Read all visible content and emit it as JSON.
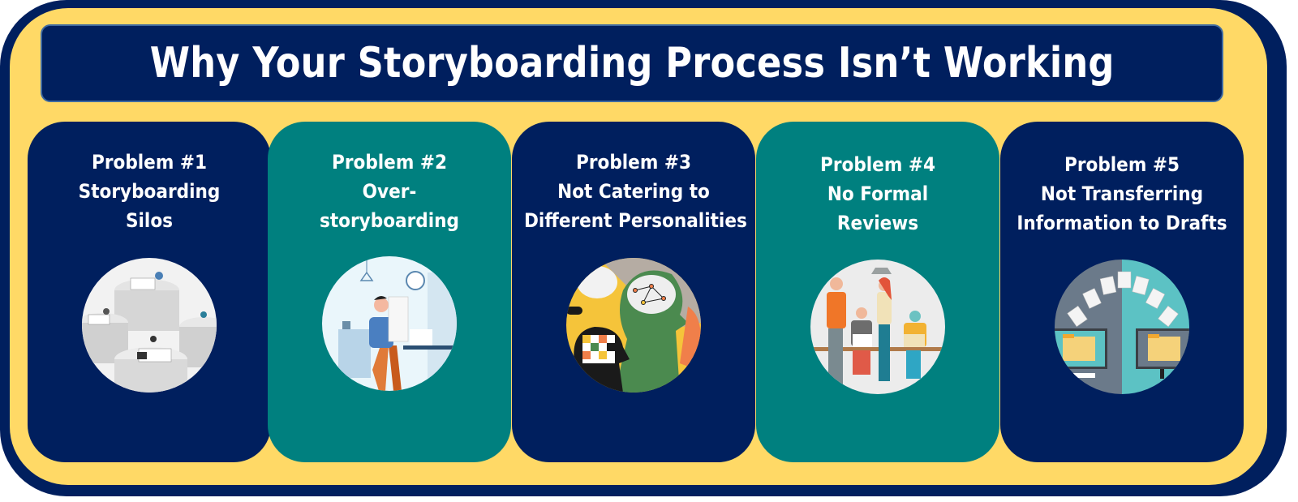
{
  "title": "Why Your Storyboarding Process Isn’t Working",
  "colors": {
    "navy": "#001F5E",
    "teal": "#00807F",
    "yellow": "#FFD966",
    "text": "#FFFFFF"
  },
  "cards": [
    {
      "number": "Problem #1",
      "lines": [
        "Storyboarding",
        "Silos"
      ],
      "color": "navy",
      "illustration": "isolated-office-workers-on-pedestals"
    },
    {
      "number": "Problem #2",
      "lines": [
        "Over-",
        "storyboarding"
      ],
      "color": "teal",
      "illustration": "man-carrying-stack-of-papers"
    },
    {
      "number": "Problem #3",
      "lines": [
        "Not Catering to",
        "Different Personalities"
      ],
      "color": "navy",
      "illustration": "heads-with-different-brains"
    },
    {
      "number": "Problem #4",
      "lines": [
        "No Formal",
        "Reviews"
      ],
      "color": "teal",
      "illustration": "team-at-desk-with-laptops"
    },
    {
      "number": "Problem #5",
      "lines": [
        "Not Transferring",
        "Information to Drafts"
      ],
      "color": "navy",
      "illustration": "documents-transferring-between-computers"
    }
  ]
}
